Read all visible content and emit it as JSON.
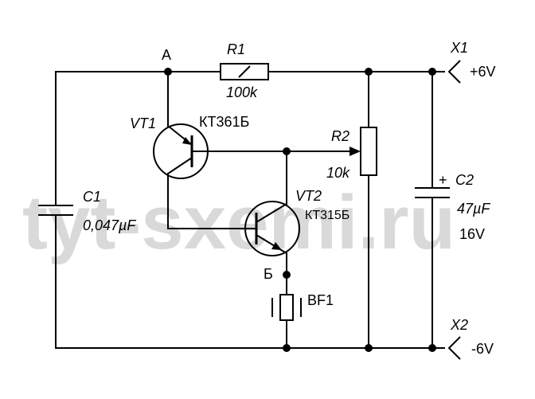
{
  "watermark": "tyt-sxemi.ru",
  "nodes": {
    "a": "A",
    "b": "Б"
  },
  "r1": {
    "name": "R1",
    "value": "100k"
  },
  "r2": {
    "name": "R2",
    "value": "10k"
  },
  "c1": {
    "name": "C1",
    "value": "0,047µF"
  },
  "c2": {
    "name": "C2",
    "value": "47µF",
    "voltage": "16V",
    "polarity": "+"
  },
  "vt1": {
    "name": "VT1",
    "type": "КТ361Б"
  },
  "vt2": {
    "name": "VT2",
    "type": "КТ315Б"
  },
  "bf1": {
    "name": "BF1"
  },
  "x1": {
    "name": "X1",
    "voltage": "+6V"
  },
  "x2": {
    "name": "X2",
    "voltage": "-6V"
  }
}
